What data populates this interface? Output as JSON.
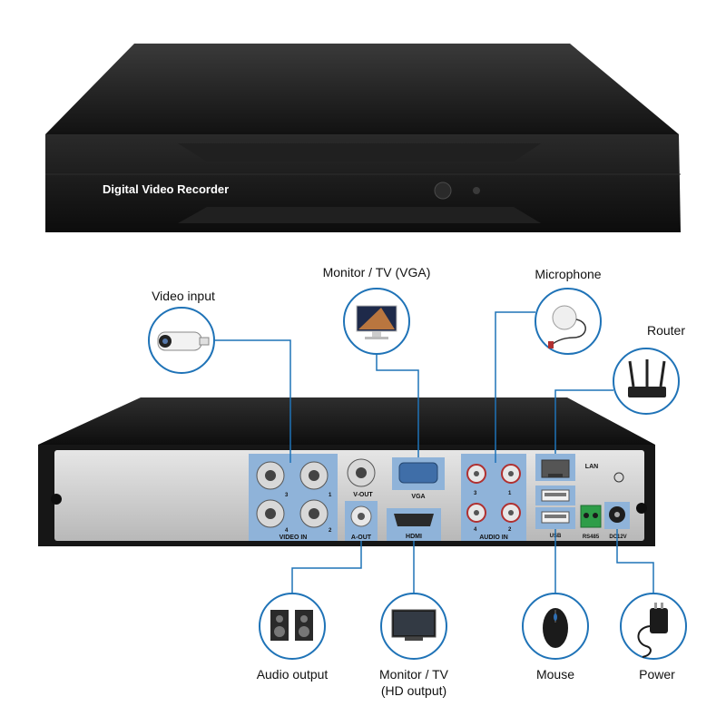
{
  "front_panel": {
    "brand_text": "Digital Video Recorder"
  },
  "callouts": {
    "video_input": "Video input",
    "monitor_vga": "Monitor / TV (VGA)",
    "microphone": "Microphone",
    "router": "Router",
    "audio_output": "Audio output",
    "monitor_hd_line1": "Monitor / TV",
    "monitor_hd_line2": "(HD output)",
    "mouse": "Mouse",
    "power": "Power"
  },
  "rear_panel": {
    "video_in": "VIDEO IN",
    "v_out": "V-OUT",
    "vga": "VGA",
    "a_out": "A-OUT",
    "hdmi": "HDMI",
    "audio_in": "AUDIO IN",
    "lan": "LAN",
    "usb": "USB",
    "rs485": "RS485",
    "dc12v": "DC12V",
    "video_ch": [
      "1",
      "2",
      "3",
      "4"
    ],
    "audio_ch": [
      "1",
      "2",
      "3",
      "4"
    ]
  },
  "colors": {
    "callout_line": "#1f73b7",
    "port_panel": "#8fb3d9",
    "chassis": "#1b1b1b"
  }
}
